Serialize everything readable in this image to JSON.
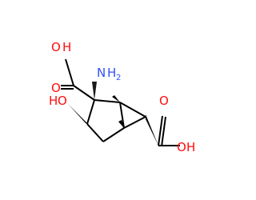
{
  "molecule": {
    "atoms": {
      "oh_top_left": {
        "element": "O",
        "h": "H",
        "color": "#ff0d0d"
      },
      "amino": {
        "element": "N",
        "h": "H",
        "h_count": "2",
        "color": "#3050f8"
      },
      "oh_ring": {
        "element": "O",
        "h": "H",
        "color": "#ff0d0d"
      },
      "o_carbonyl_left": {
        "element": "O",
        "color": "#ff0d0d"
      },
      "o_carbonyl_right": {
        "element": "O",
        "color": "#ff0d0d"
      },
      "oh_right": {
        "element": "O",
        "h": "H",
        "color": "#ff0d0d"
      }
    },
    "bond_color": "#000000"
  }
}
